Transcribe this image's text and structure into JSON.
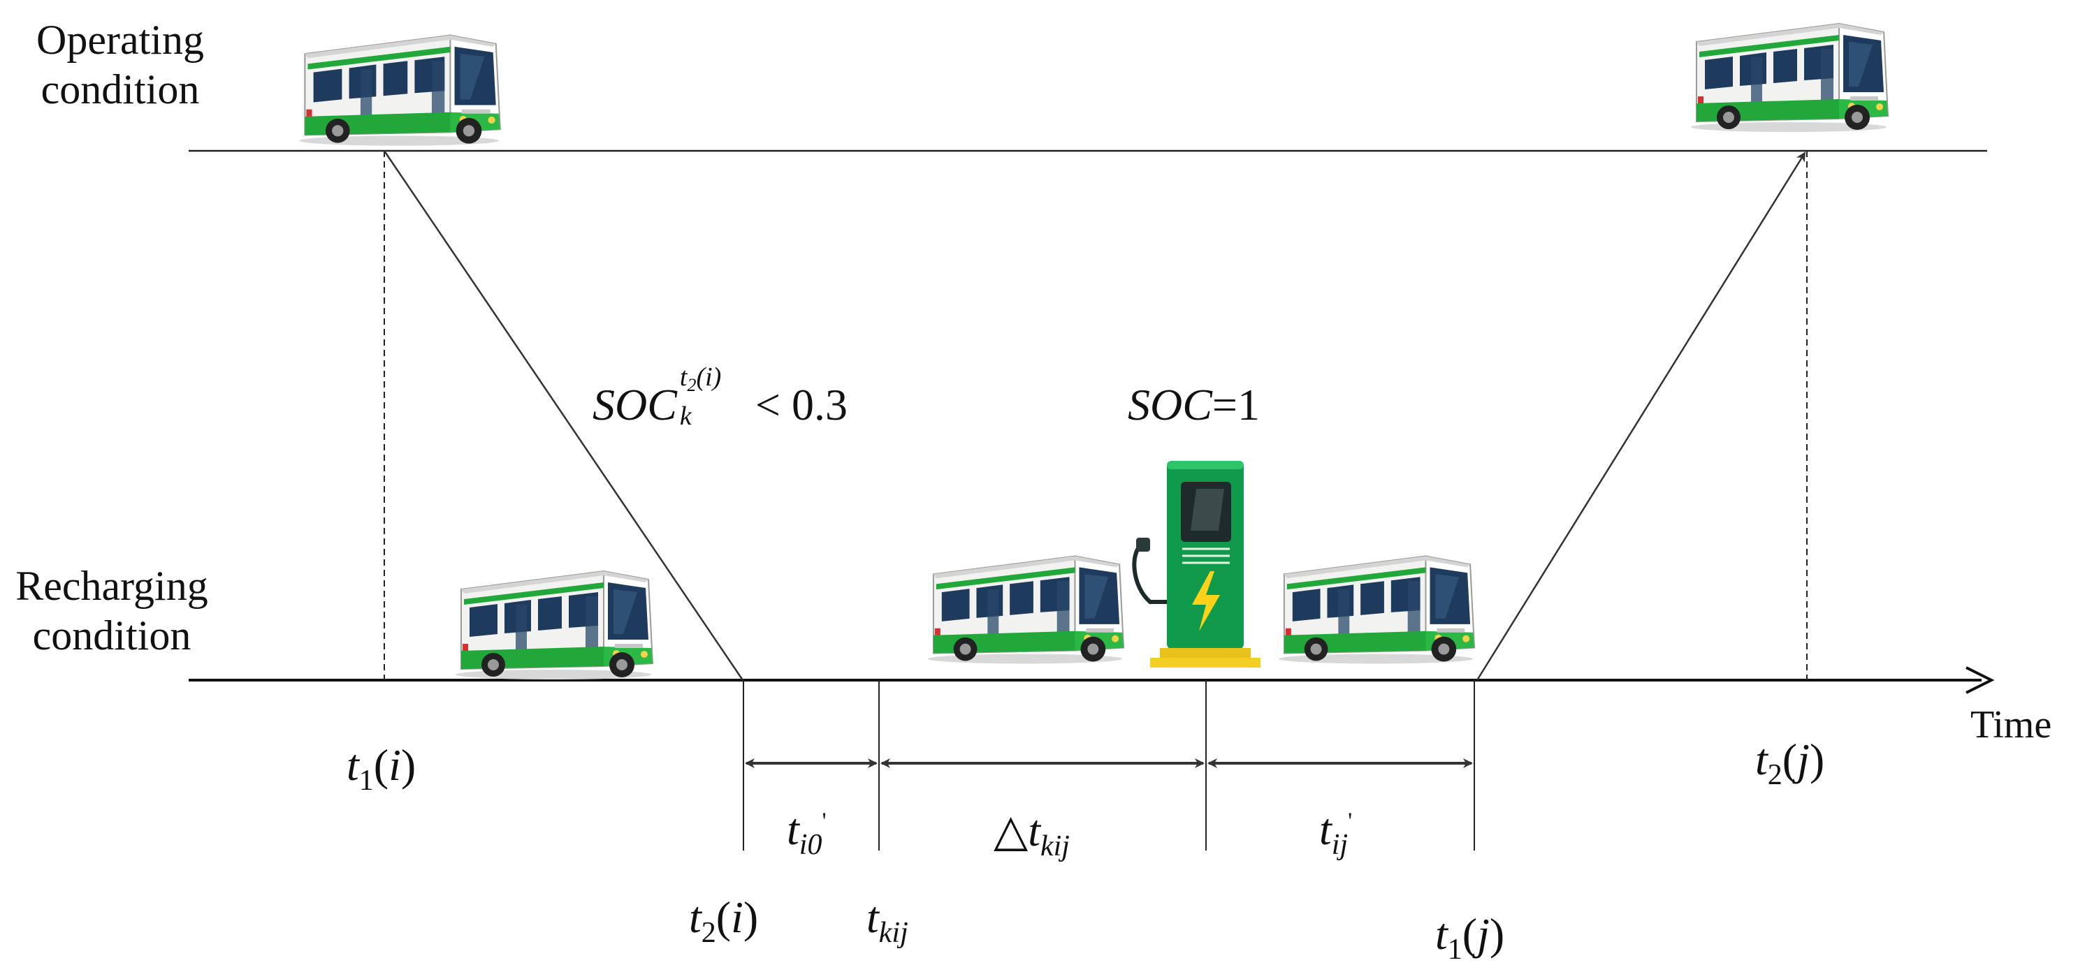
{
  "conditions": {
    "operating_line1": "Operating",
    "operating_line2": "condition",
    "recharging_line1": "Recharging",
    "recharging_line2": "condition"
  },
  "axis": {
    "label": "Time"
  },
  "soc": {
    "low_text": "SOC",
    "low_sub": "k",
    "low_sup_t": "t",
    "low_sup_sub": "2",
    "low_sup_arg": "(i)",
    "low_rel": "< 0.3",
    "full_text": "SOC",
    "full_rel": "=1"
  },
  "times": {
    "t1i": {
      "base": "t",
      "sub": "1",
      "arg_open": "(",
      "arg": "i",
      "arg_close": ")"
    },
    "t2i": {
      "base": "t",
      "sub": "2",
      "arg_open": "(",
      "arg": "i",
      "arg_close": ")"
    },
    "tkij": {
      "base": "t",
      "sub": "kij"
    },
    "t1j": {
      "base": "t",
      "sub": "1",
      "arg_open": "(",
      "arg": "j",
      "arg_close": ")"
    },
    "t2j": {
      "base": "t",
      "sub": "2",
      "arg_open": "(",
      "arg": "j",
      "arg_close": ")"
    }
  },
  "intervals": {
    "ti0": {
      "base": "t",
      "sub": "i0",
      "mark": "'"
    },
    "dtkij": {
      "delta": "△",
      "base": "t",
      "sub": "kij"
    },
    "tij": {
      "base": "t",
      "sub": "ij",
      "mark": "'"
    }
  },
  "colors": {
    "bus_body": "#f4f4f2",
    "bus_green": "#22a83a",
    "bus_window": "#1e3a5c",
    "charger_green": "#0f9a4c",
    "charger_screen": "#1f2a2a",
    "charger_base": "#e8c21a",
    "bolt": "#ffd21a"
  },
  "icons": [
    "bus-icon",
    "charging-station-icon",
    "lightning-bolt-icon"
  ]
}
